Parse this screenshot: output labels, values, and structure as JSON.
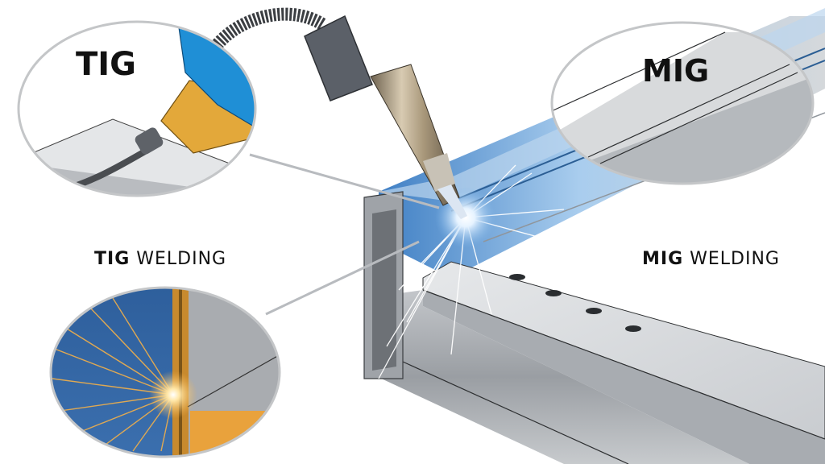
{
  "illustration": {
    "subject": "TIG vs MIG welding comparison",
    "colors": {
      "background": "#ffffff",
      "steel_light": "#d9dcdf",
      "steel_mid": "#b3b7bc",
      "steel_dark": "#8d9196",
      "weld_glow_blue": "#6aa8e0",
      "spark_orange": "#f2b04a",
      "glove_blue": "#1f8fd6",
      "torch_handle_yellow": "#e3a83a",
      "torch_body_bronze": "#9c8b70",
      "torch_cap_gray": "#5b6068",
      "callout_ring": "#c4c6c8",
      "text": "#111111"
    }
  },
  "callouts": {
    "tig_magnifier": {
      "title": "TIG"
    },
    "mig_magnifier": {
      "title": "MIG"
    },
    "tig_sparks_magnifier": {
      "title": ""
    }
  },
  "labels": {
    "tig_welding": {
      "bold": "TIG",
      "regular": "WELDING"
    },
    "mig_welding": {
      "bold": "MIG",
      "regular": "WELDING"
    }
  }
}
